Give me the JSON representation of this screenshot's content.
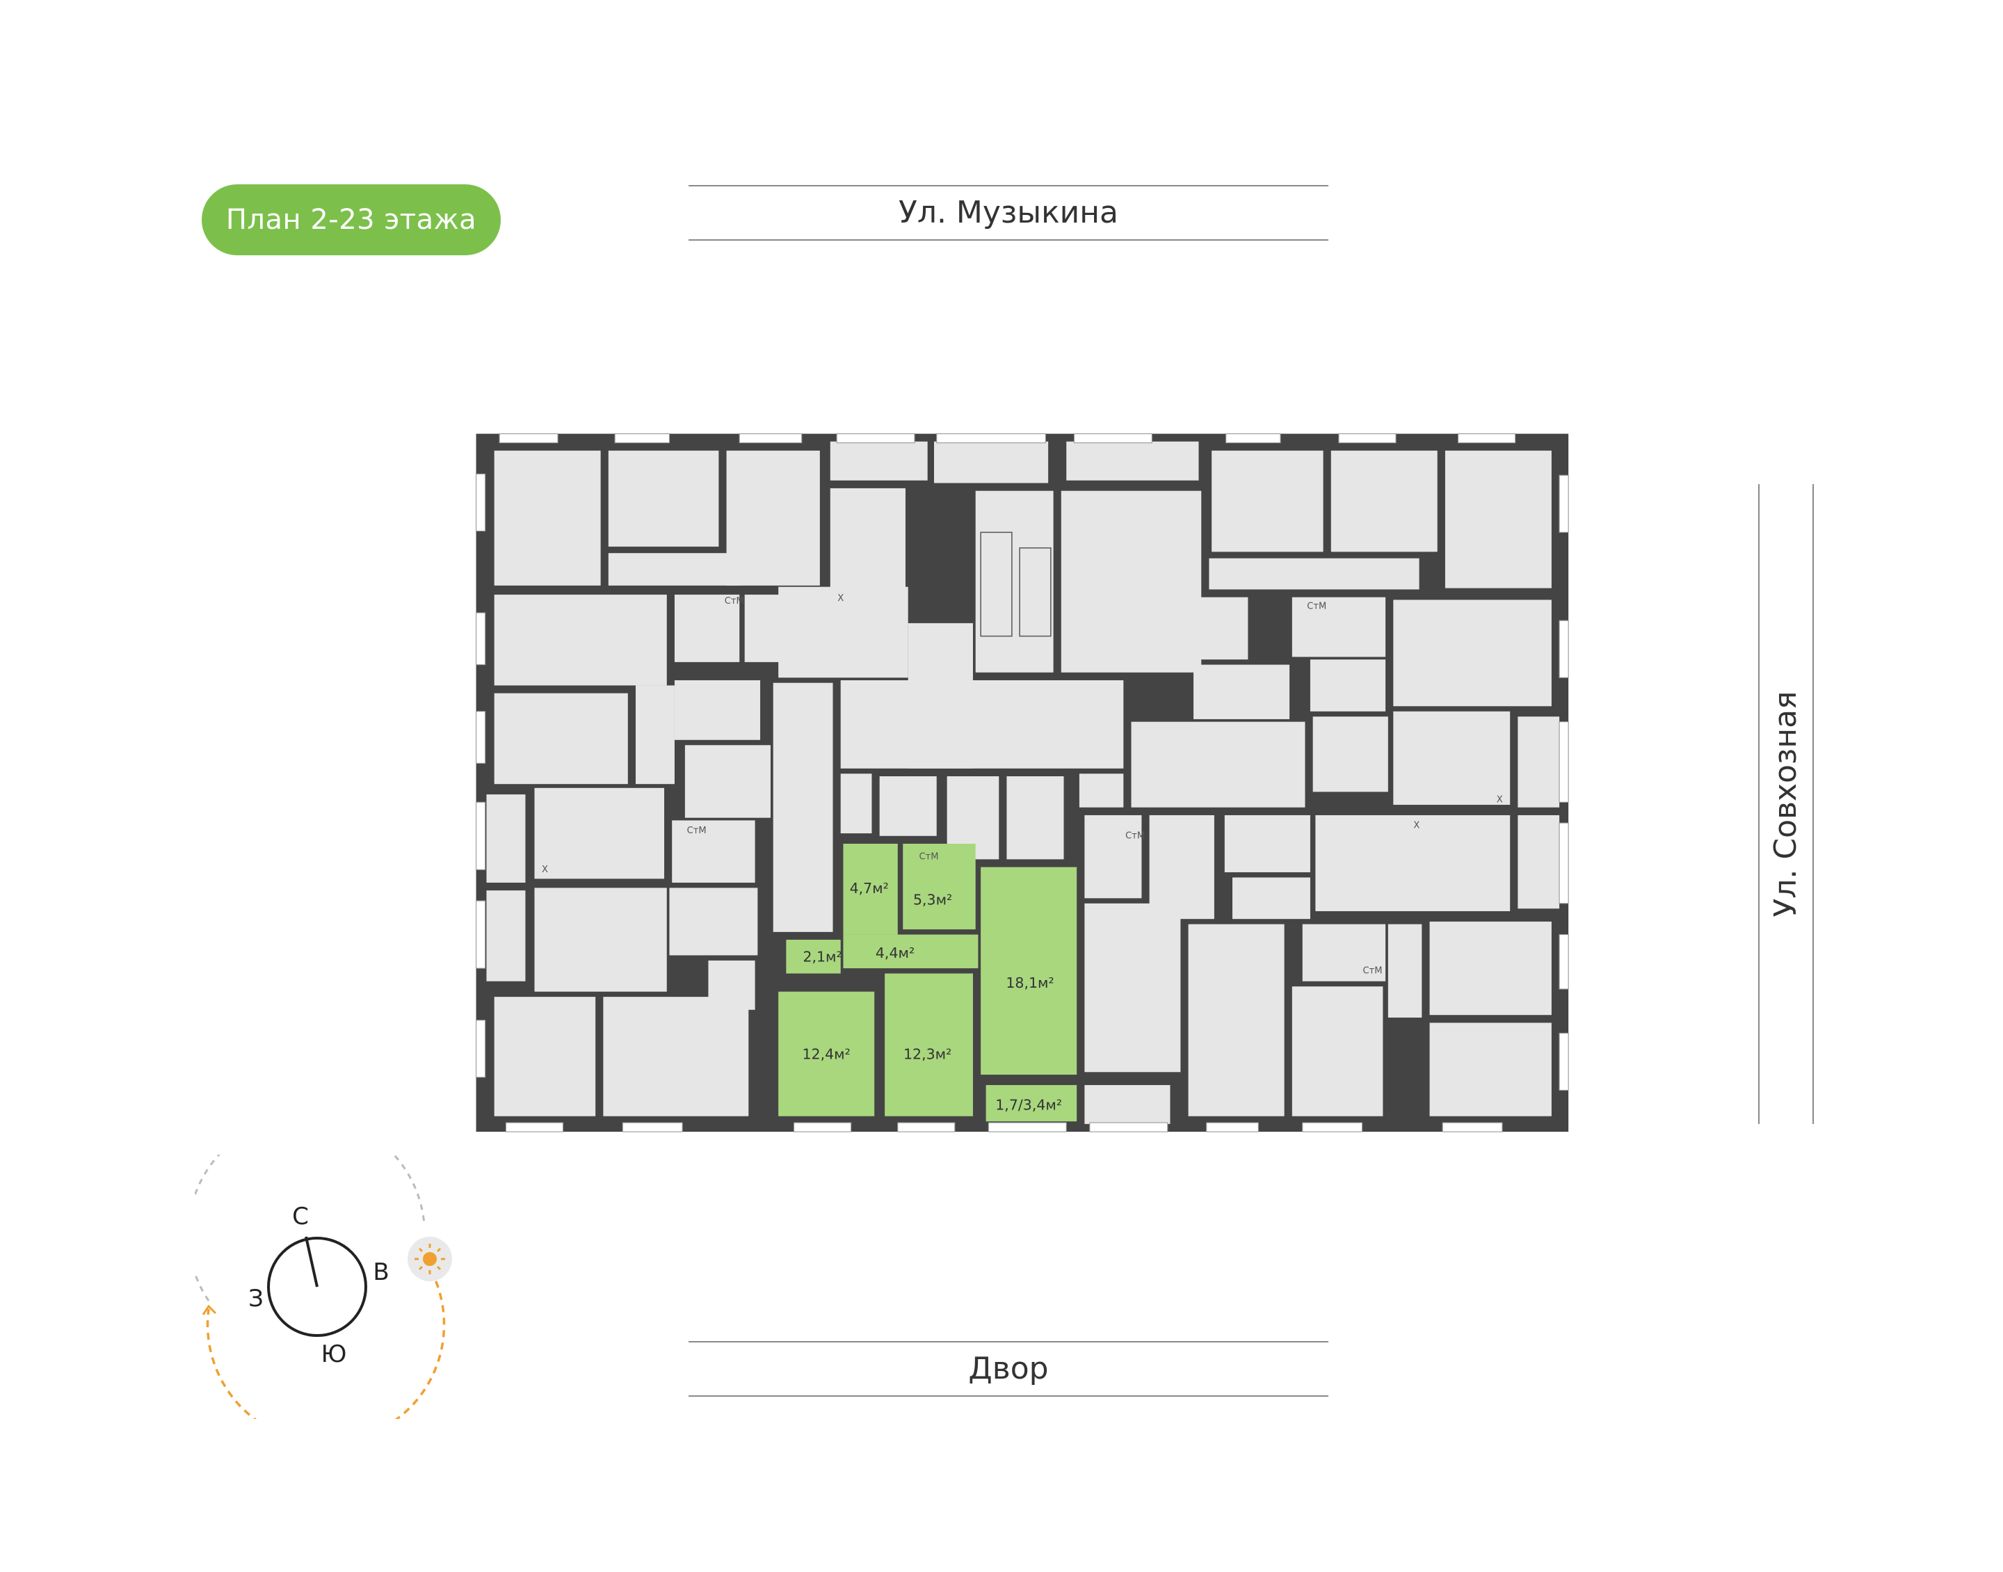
{
  "header": {
    "floor_badge": "План 2-23 этажа"
  },
  "streets": {
    "top": "Ул. Музыкина",
    "right": "Ул. Совхозная",
    "bottom": "Двор"
  },
  "apartment": {
    "highlight_color": "#a9d77e",
    "rooms": [
      {
        "id": "hall",
        "area": "4,7м²"
      },
      {
        "id": "bathroom",
        "area": "5,3м²"
      },
      {
        "id": "wc",
        "area": "2,1м²"
      },
      {
        "id": "corridor",
        "area": "4,4м²"
      },
      {
        "id": "kitchen-living",
        "area": "18,1м²"
      },
      {
        "id": "bedroom-1",
        "area": "12,4м²"
      },
      {
        "id": "bedroom-2",
        "area": "12,3м²"
      },
      {
        "id": "balcony",
        "area": "1,7/3,4м²"
      }
    ]
  },
  "fixtures": {
    "washer": "СтМ",
    "fridge": "Х"
  },
  "compass": {
    "north": "С",
    "east": "В",
    "south": "Ю",
    "west": "З",
    "sun_icon": "sun-icon",
    "sun_path_color": "#f0a030"
  },
  "colors": {
    "wall": "#444444",
    "room": "#e6e6e6",
    "accent": "#7cc04b"
  }
}
